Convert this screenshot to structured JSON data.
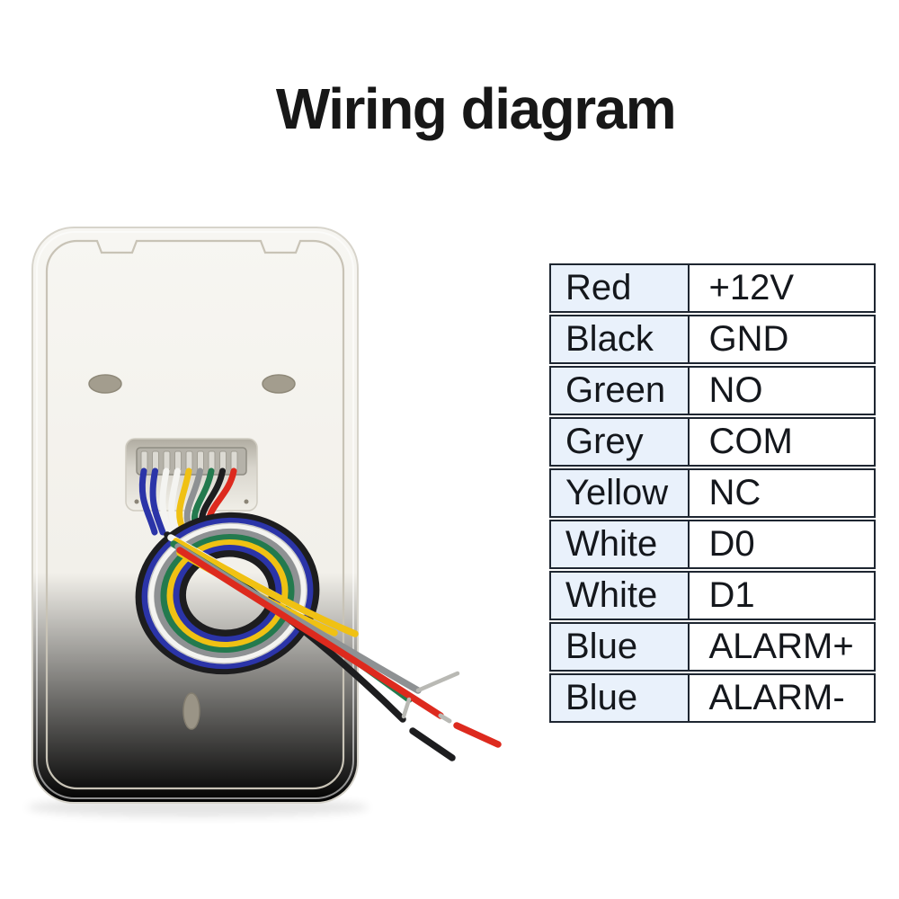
{
  "title": "Wiring diagram",
  "wiring_table": {
    "rows": [
      {
        "color": "Red",
        "function": "+12V"
      },
      {
        "color": "Black",
        "function": "GND"
      },
      {
        "color": "Green",
        "function": "NO"
      },
      {
        "color": "Grey",
        "function": "COM"
      },
      {
        "color": "Yellow",
        "function": "NC"
      },
      {
        "color": "White",
        "function": "D0"
      },
      {
        "color": "White",
        "function": "D1"
      },
      {
        "color": "Blue",
        "function": "ALARM+"
      },
      {
        "color": "Blue",
        "function": "ALARM-"
      }
    ]
  },
  "palette": {
    "table_border": "#1e2631",
    "color_column_bg": "#e9f1fb",
    "wire_blue": "#2b34a8",
    "wire_black": "#1d1d1f",
    "wire_white": "#f4f4f1",
    "wire_grey": "#8e9193",
    "wire_green": "#237a4e",
    "wire_yellow": "#f0c113",
    "wire_red": "#dd2a1e",
    "wire_bare_metal": "#b9b9b4"
  }
}
